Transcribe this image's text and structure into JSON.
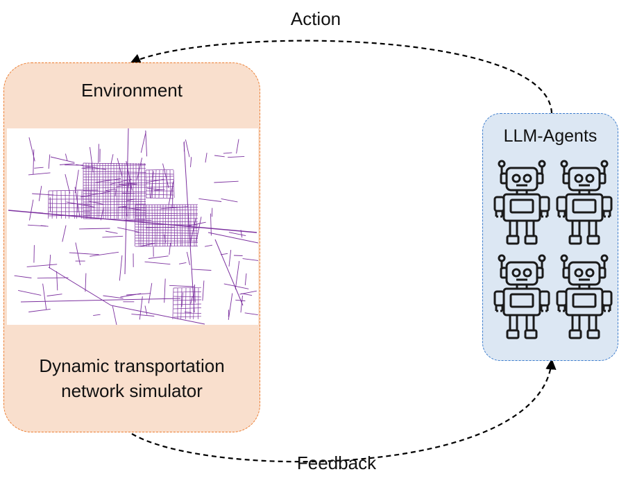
{
  "labels": {
    "action": "Action",
    "feedback": "Feedback"
  },
  "environment": {
    "title": "Environment",
    "subtitle_line1": "Dynamic transportation",
    "subtitle_line2": "network simulator",
    "map_icon": "road-network-map",
    "fill_color": "#f9dfcd",
    "border_color": "#ec7c2f",
    "network_color": "#7b2f9e"
  },
  "agents": {
    "title": "LLM-Agents",
    "count": 4,
    "icon": "robot-icon",
    "fill_color": "#dce7f3",
    "border_color": "#3b7ccd"
  }
}
